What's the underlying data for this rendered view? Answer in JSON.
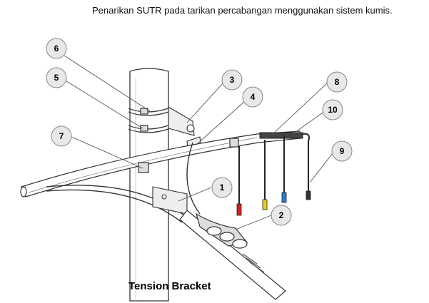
{
  "caption": "Penarikan SUTR pada tarikan percabangan menggunakan sistem kumis.",
  "diagram_title": "Tension Bracket",
  "callouts": [
    "1",
    "2",
    "3",
    "4",
    "5",
    "6",
    "7",
    "8",
    "9",
    "10"
  ],
  "colors": {
    "line": "#222222",
    "red": "#d62020",
    "yellow": "#e8d21a",
    "blue": "#2a7fd0"
  }
}
